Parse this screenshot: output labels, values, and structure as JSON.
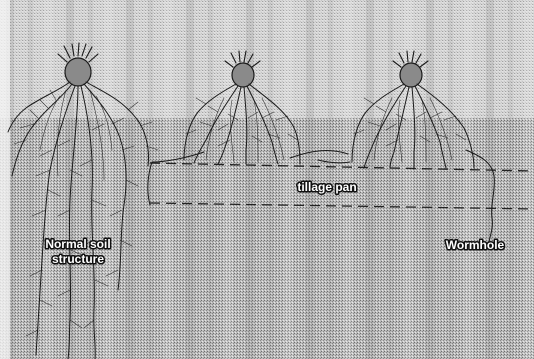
{
  "labels": {
    "tillage_pan": "tillage pan",
    "normal_soil_line1": "Normal soil",
    "normal_soil_line2": "structure",
    "wormhole": "Wormhole"
  },
  "colors": {
    "background": "#ffffff",
    "soil": "#a9a9a9",
    "roots": "#1a1a1a",
    "dashed_line": "#222222"
  }
}
